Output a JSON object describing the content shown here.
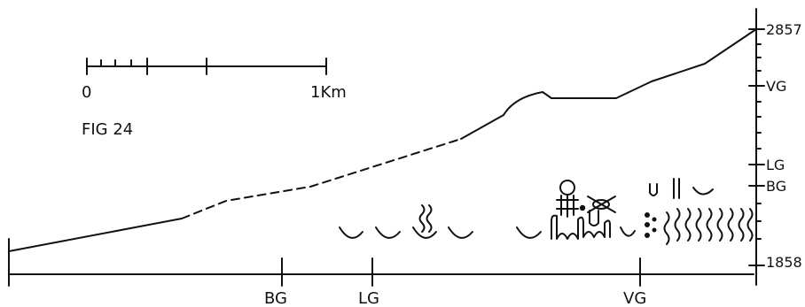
{
  "figure_label": "FIG 24",
  "scale_bar": {
    "start_label": "0",
    "end_label": "1Km"
  },
  "right_axis": {
    "top_elevation": "2857",
    "bottom_elevation": "1858",
    "markers": [
      "VG",
      "LG",
      "BG"
    ]
  },
  "bottom_axis": {
    "markers": [
      "BG",
      "LG",
      "VG"
    ]
  },
  "profile": {
    "segments": [
      "solid",
      "dashed",
      "solid"
    ]
  },
  "symbols": [
    "cirque-hollows",
    "spring",
    "cirque-hollows",
    "flag-cross",
    "beetle-glyph",
    "moraine-ridges",
    "boulders",
    "wavy-lines",
    "u-valley",
    "double-bar"
  ]
}
